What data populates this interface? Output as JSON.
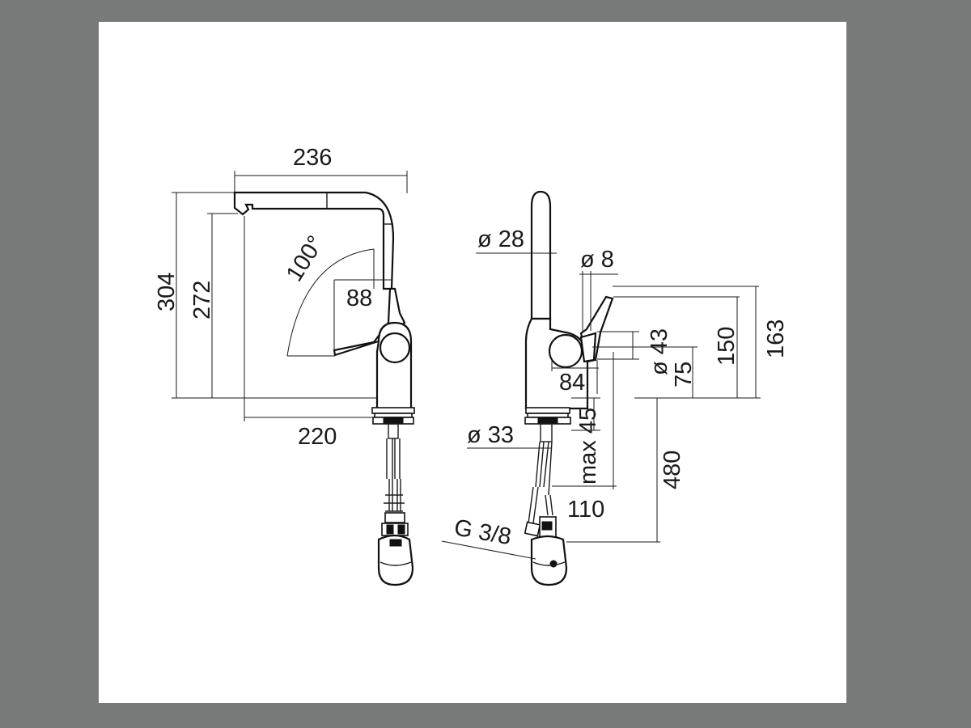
{
  "front_view": {
    "width_top": "236",
    "height_total": "304",
    "height_spout": "272",
    "rotation": "100°",
    "lever_height": "88",
    "reach": "220"
  },
  "side_view": {
    "dia_body": "ø 28",
    "dia_lever": "ø 8",
    "height_163": "163",
    "height_150": "150",
    "dia_43": "ø 43",
    "height_75": "75",
    "width_84": "84",
    "max_45": "max 45",
    "dia_hole": "ø 33",
    "length_480": "480",
    "width_110": "110",
    "thread": "G 3/8"
  }
}
